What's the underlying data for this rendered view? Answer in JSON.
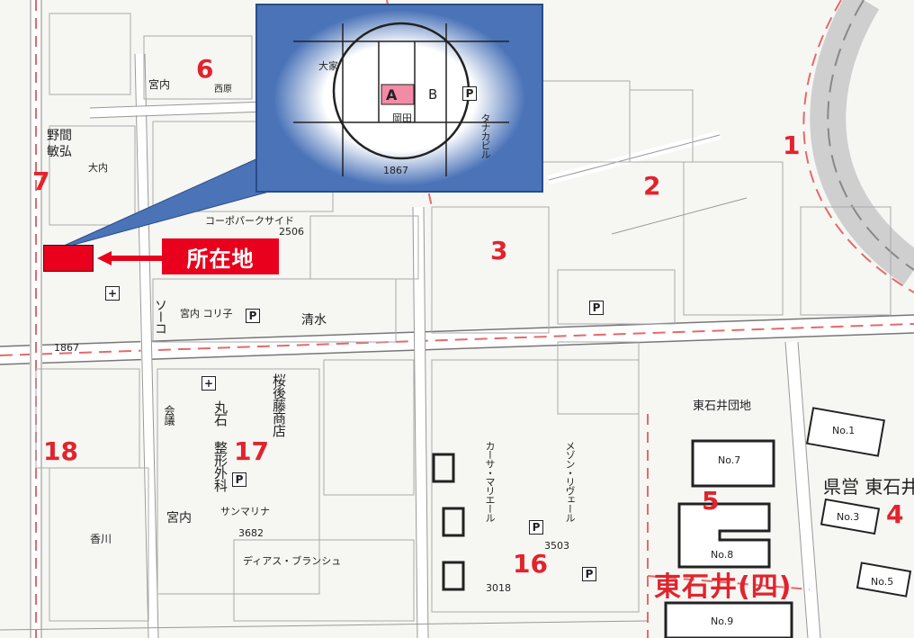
{
  "map": {
    "location_label": "所在地",
    "district_name": "東石井(四)",
    "inset": {
      "lot_letter_a": "A",
      "lot_letter_b": "B",
      "parking": "P",
      "number": "1867",
      "texts": [
        "大家",
        "岡田",
        "タナカビル"
      ]
    },
    "block_numbers": [
      "1",
      "2",
      "3",
      "4",
      "5",
      "6",
      "7",
      "16",
      "17",
      "18"
    ],
    "texts": {
      "t1": "野間",
      "t2": "敏弘",
      "t3": "宮内",
      "t4": "西原",
      "t5": "大内",
      "t6": "コーポパークサイド",
      "t7": "清水",
      "t8": "ソーコ",
      "t9": "宮内 コリ子",
      "t10": "丸石 整形外科",
      "t11": "桜後藤商店",
      "t12": "会議",
      "t13": "宮内",
      "t14": "サンマリナ",
      "t15": "ディアス・ブランシュ",
      "t16": "カーサ・マリエール",
      "t17": "メゾン・リヴェール",
      "t18": "東石井団地",
      "t19": "県営 東石井",
      "t20": "香川",
      "t21": "No.7",
      "t22": "No.8",
      "t23": "No.9",
      "t24": "No.1",
      "t25": "No.3",
      "t26": "No.5",
      "t27": "1867",
      "t28": "2506",
      "t29": "3682",
      "t30": "3018",
      "t31": "3503"
    }
  }
}
